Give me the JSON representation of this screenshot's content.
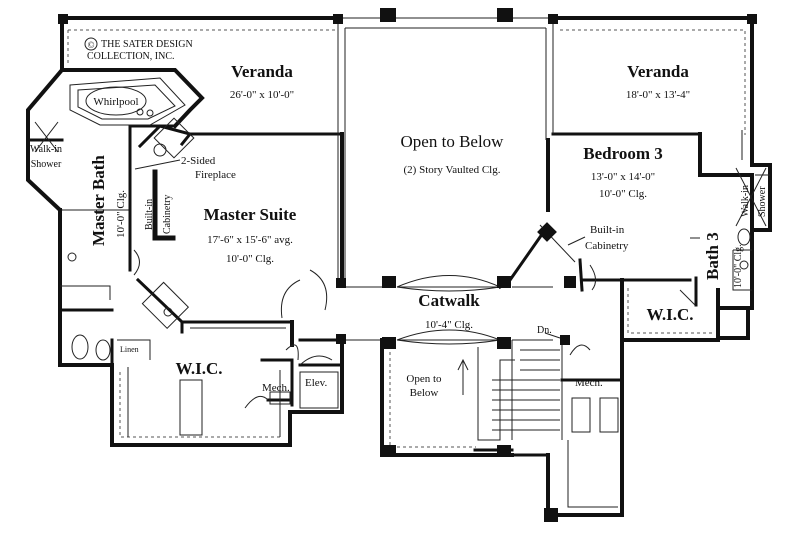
{
  "copyright": {
    "symbol": "©",
    "line1": "THE SATER DESIGN",
    "line2": "COLLECTION, INC."
  },
  "rooms": {
    "veranda_left": {
      "name": "Veranda",
      "dims": "26'-0\" x 10'-0\""
    },
    "veranda_right": {
      "name": "Veranda",
      "dims": "18'-0\" x 13'-4\""
    },
    "open_to_below": {
      "name": "Open to Below",
      "note": "(2) Story Vaulted Clg."
    },
    "bedroom3": {
      "name": "Bedroom 3",
      "dims": "13'-0\" x 14'-0\"",
      "clg": "10'-0\" Clg."
    },
    "master_suite": {
      "name": "Master Suite",
      "dims": "17'-6\" x 15'-6\" avg.",
      "clg": "10'-0\" Clg."
    },
    "master_bath": {
      "name": "Master Bath",
      "clg": "10'-0\" Clg."
    },
    "catwalk": {
      "name": "Catwalk",
      "dims": "10'-4\" Clg."
    },
    "wic_left": {
      "name": "W.I.C."
    },
    "wic_right": {
      "name": "W.I.C."
    },
    "bath3": {
      "name": "Bath 3",
      "clg": "10'-0\" Clg."
    },
    "open_below_small": {
      "line1": "Open to",
      "line2": "Below"
    }
  },
  "labels": {
    "whirlpool": "Whirlpool",
    "walkin_shower_left_1": "Walk-in",
    "walkin_shower_left_2": "Shower",
    "walkin_shower_right_1": "Walk-in",
    "walkin_shower_right_2": "Shower",
    "fireplace_1": "2-Sided",
    "fireplace_2": "Fireplace",
    "builtin_cab_left_1": "Built-in",
    "builtin_cab_left_2": "Cabinetry",
    "builtin_cab_right_1": "Built-in",
    "builtin_cab_right_2": "Cabinetry",
    "linen": "Linen",
    "mech_left": "Mech.",
    "elev": "Elev.",
    "mech_right": "Mech.",
    "down": "Dn."
  }
}
